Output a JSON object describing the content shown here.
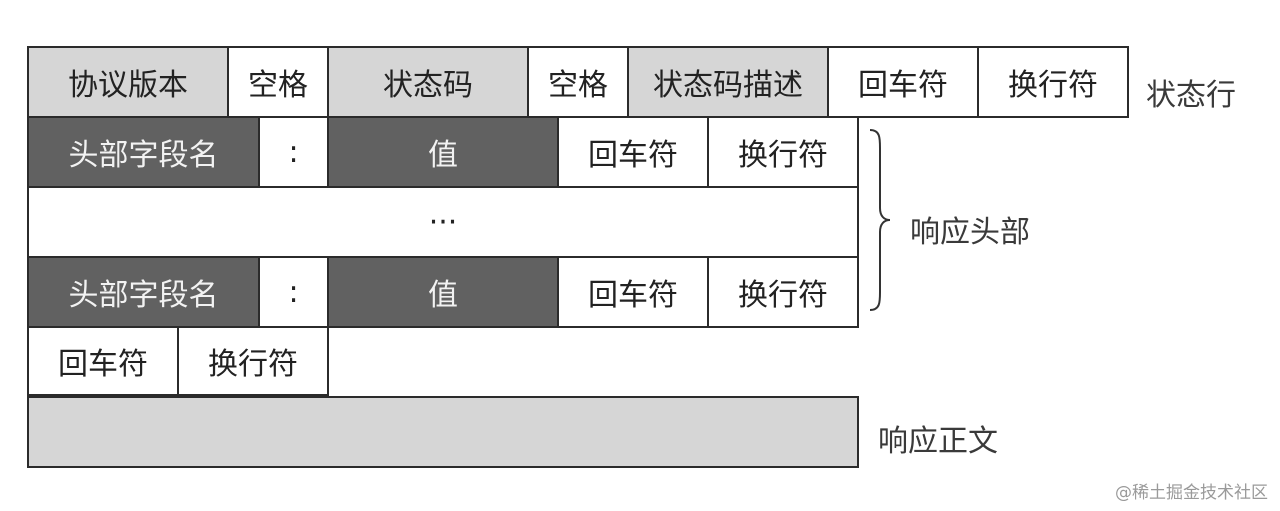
{
  "status_line": {
    "cells": [
      "协议版本",
      "空格",
      "状态码",
      "空格",
      "状态码描述",
      "回车符",
      "换行符"
    ],
    "label": "状态行"
  },
  "header_row_1": {
    "cells": [
      "头部字段名",
      ":",
      "值",
      "回车符",
      "换行符"
    ]
  },
  "ellipsis_row": {
    "text": "···"
  },
  "header_row_2": {
    "cells": [
      "头部字段名",
      ":",
      "值",
      "回车符",
      "换行符"
    ]
  },
  "headers_label": "响应头部",
  "blank_line": {
    "cells": [
      "回车符",
      "换行符"
    ]
  },
  "body": {
    "label": "响应正文"
  },
  "watermark": "@稀土掘金技术社区",
  "colors": {
    "light": "#d6d6d6",
    "dark": "#616161",
    "border": "#2b2b2b"
  }
}
